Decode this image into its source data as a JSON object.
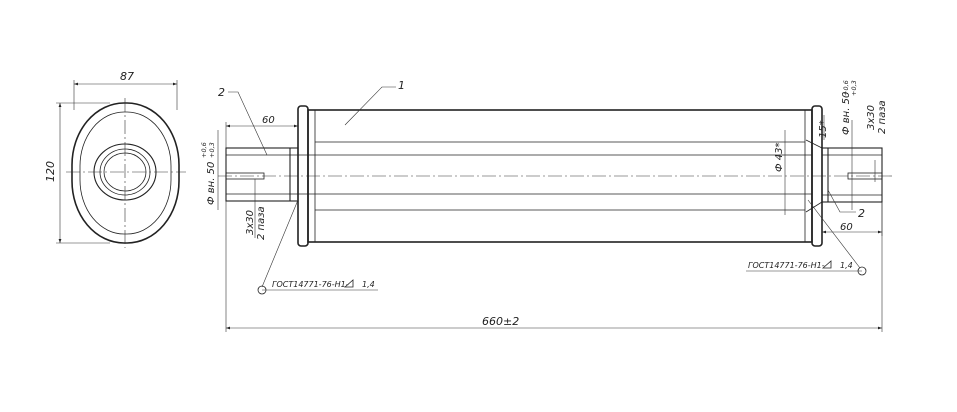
{
  "colors": {
    "line": "#222222",
    "background": "#ffffff"
  },
  "end_view": {
    "width_dim": "87",
    "height_dim": "120"
  },
  "side_view": {
    "part_1": "1",
    "part_2_left": "2",
    "part_2_right": "2",
    "left_pipe_len": "60",
    "right_pipe_len": "60",
    "left_inner_dia": "Ф вн. 50",
    "left_inner_dia_tol_upper": "+0,6",
    "left_inner_dia_tol_lower": "+0,3",
    "right_inner_dia": "Ф вн. 50",
    "right_inner_dia_tol_upper": "+0,6",
    "right_inner_dia_tol_lower": "+0,3",
    "left_slot": "3х30",
    "left_slot_count": "2 паза",
    "right_slot": "3х30",
    "right_slot_count": "2 паза",
    "outer_dia": "Ф 43*",
    "angle": "15*",
    "weld_left": "ГОСТ14771-76-Н1-",
    "weld_left_size": "1,4",
    "weld_right": "ГОСТ14771-76-Н1-",
    "weld_right_size": "1,4",
    "overall_length": "660±2"
  }
}
